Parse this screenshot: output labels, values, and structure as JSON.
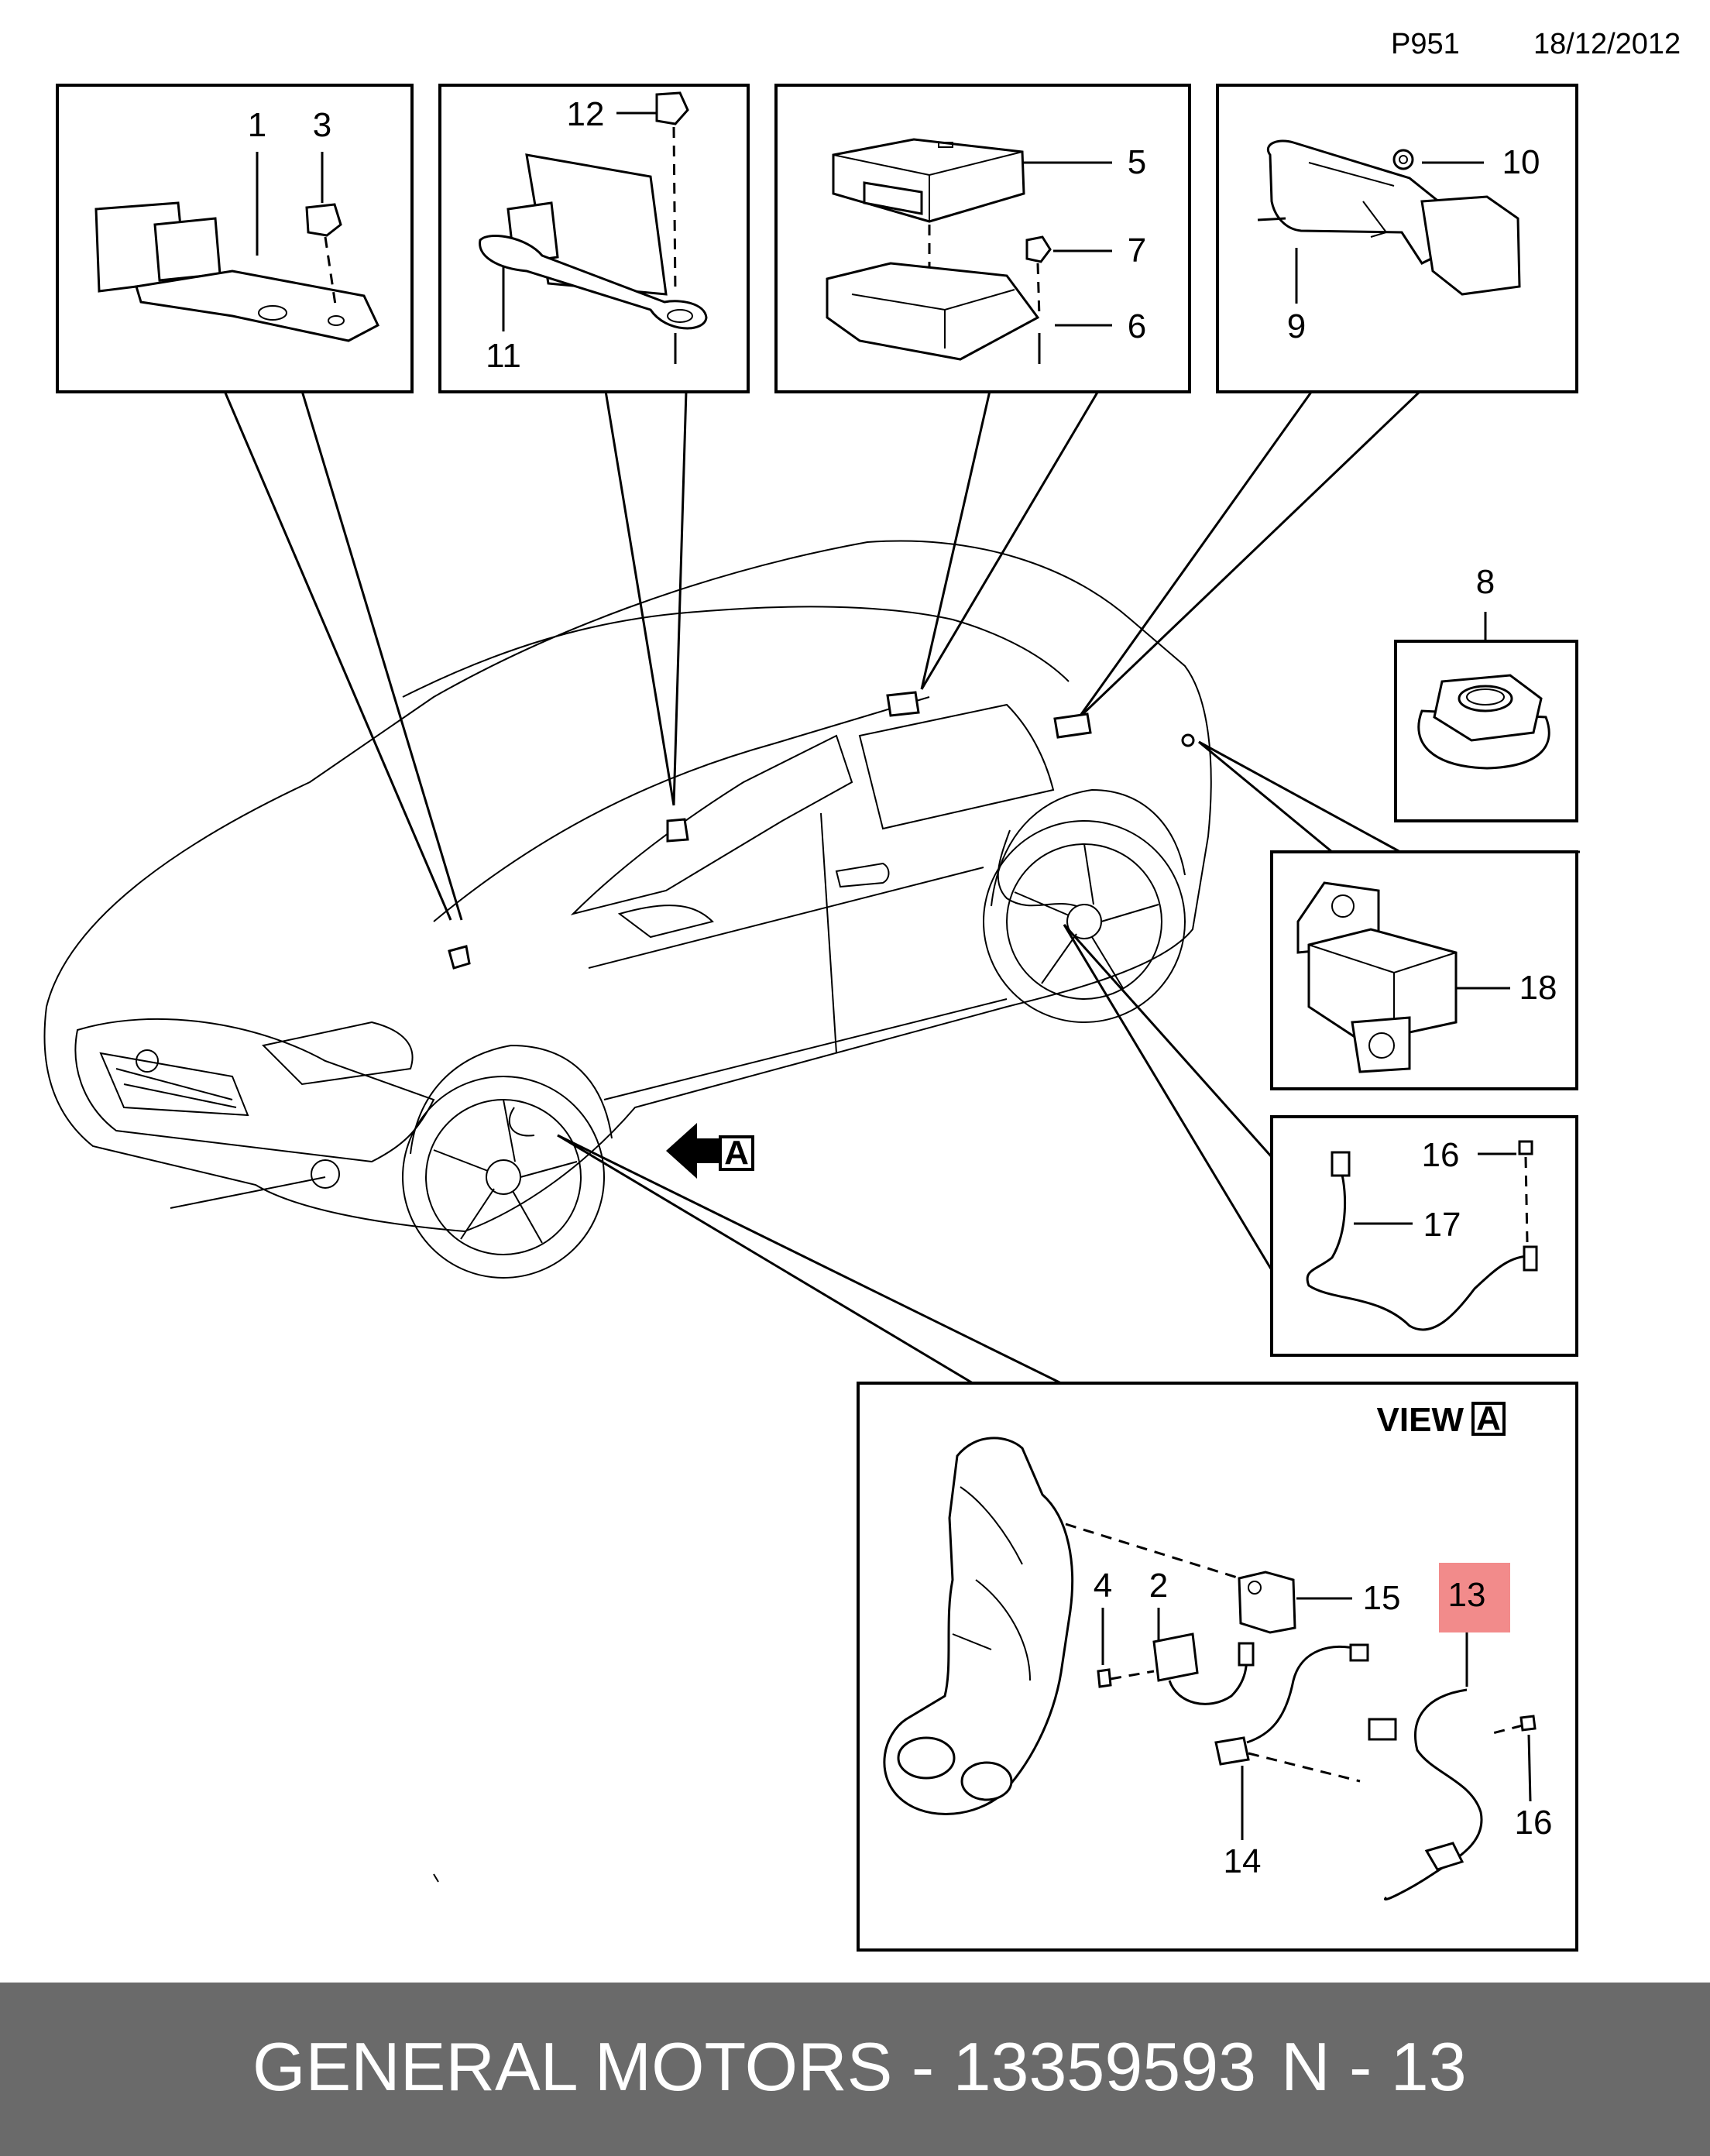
{
  "header": {
    "ref": "P951",
    "date": "18/12/2012"
  },
  "panel_a": {
    "label_1": "1",
    "label_3": "3"
  },
  "panel_b": {
    "label_12": "12",
    "label_11": "11"
  },
  "panel_c": {
    "label_5": "5",
    "label_7": "7",
    "label_6": "6"
  },
  "panel_d": {
    "label_10": "10",
    "label_9": "9"
  },
  "panel_e": {
    "label_8": "8"
  },
  "panel_f": {
    "label_18": "18"
  },
  "panel_g": {
    "label_16": "16",
    "label_17": "17"
  },
  "view": {
    "view_word": "VIEW",
    "view_letter": "A",
    "arrow_letter": "A",
    "label_4": "4",
    "label_2": "2",
    "label_15": "15",
    "label_13": "13",
    "label_16": "16",
    "label_14": "14",
    "highlight_color": "#f28b8b"
  },
  "footer": {
    "brand": "GENERAL MOTORS - 13359593",
    "code": "N - 13"
  }
}
